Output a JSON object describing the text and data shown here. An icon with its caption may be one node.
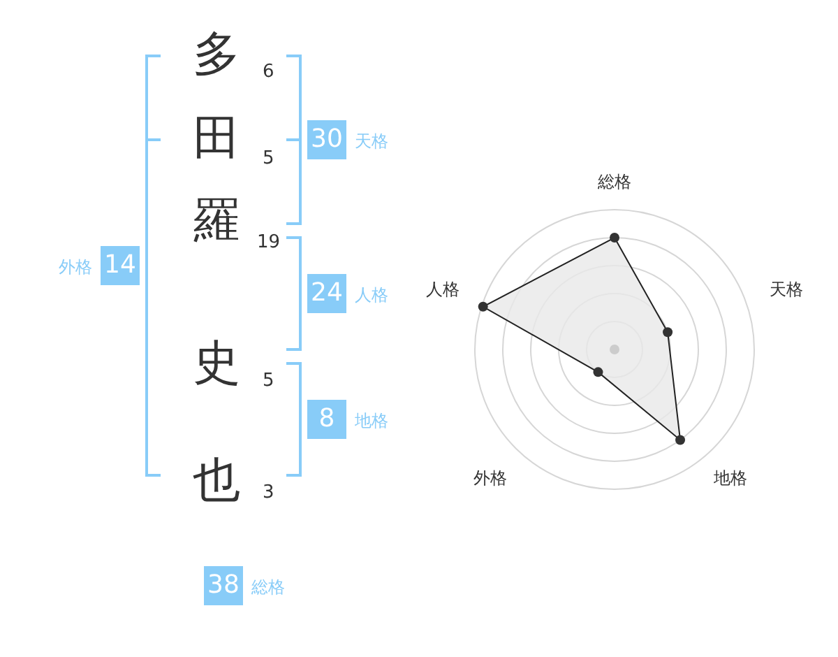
{
  "diagram": {
    "nodes": [
      {
        "text": [
          "30"
        ],
        "beside": [
          "天格"
        ]
      },
      {
        "text": [
          "14"
        ],
        "beside": [
          "外格"
        ]
      },
      {
        "text": [
          "24"
        ],
        "beside": [
          "人格"
        ]
      },
      {
        "text": [
          "8"
        ],
        "beside": [
          "地格"
        ]
      },
      {
        "text": [
          "38"
        ],
        "beside": [
          "総格"
        ]
      }
    ],
    "labels": [
      "多",
      "6",
      "田",
      "5",
      "羅",
      "19",
      "史",
      "5",
      "也",
      "3",
      "総格",
      "人格",
      "天格",
      "外格",
      "地格"
    ]
  }
}
